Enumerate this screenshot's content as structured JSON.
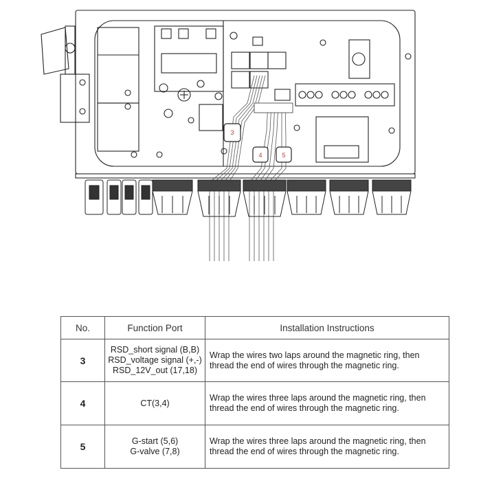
{
  "diagram": {
    "ring_labels": [
      "3",
      "4",
      "5"
    ]
  },
  "table": {
    "headers": [
      "No.",
      "Function Port",
      "Installation Instructions"
    ],
    "rows": [
      {
        "no": "3",
        "port_lines": [
          "RSD_short signal (B,B)",
          "RSD_voltage signal (+,-)",
          "RSD_12V_out (17,18)"
        ],
        "instruction_lines": [
          "Wrap the wires two laps around the magnetic ring, then",
          "thread the end of wires through the magnetic ring."
        ]
      },
      {
        "no": "4",
        "port_lines": [
          "CT(3,4)"
        ],
        "instruction_lines": [
          "Wrap the wires three laps around the magnetic ring, then",
          "thread the end of wires through the magnetic ring."
        ]
      },
      {
        "no": "5",
        "port_lines": [
          "G-start (5,6)",
          "G-valve (7,8)"
        ],
        "instruction_lines": [
          "Wrap the wires three laps around the magnetic ring, then",
          "thread the end of wires through the magnetic ring."
        ]
      }
    ]
  }
}
